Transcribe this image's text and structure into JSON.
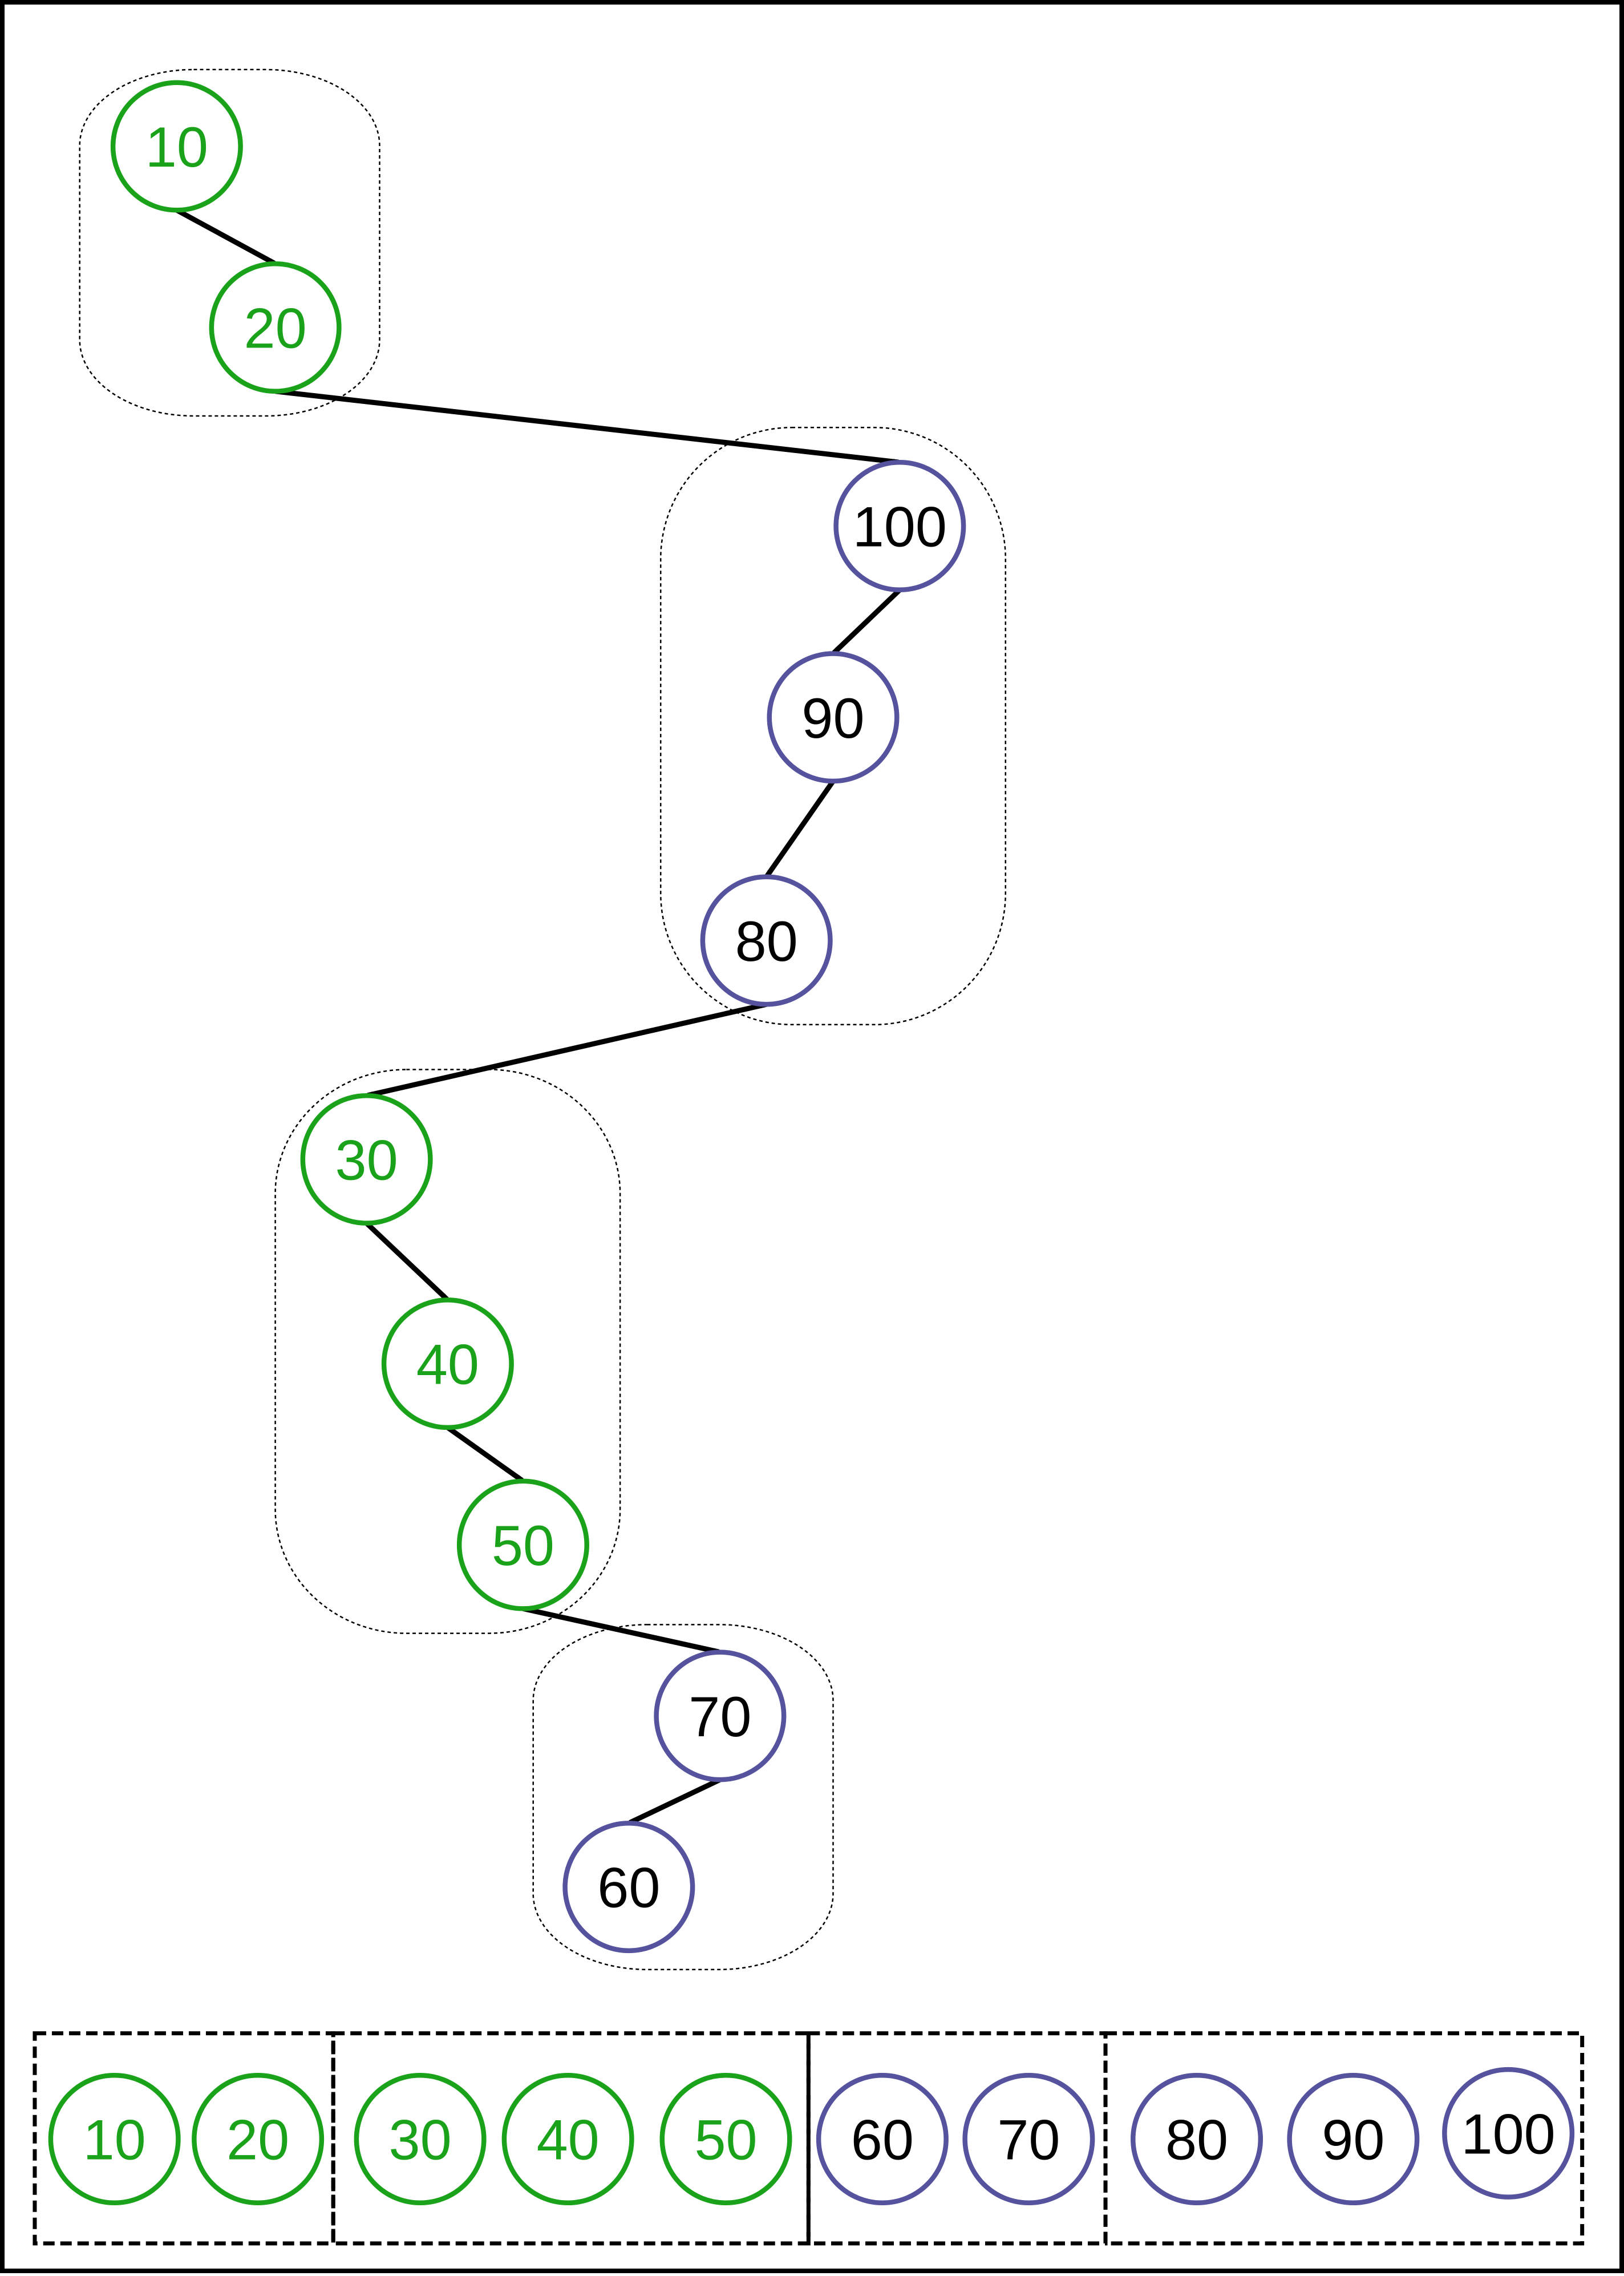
{
  "colors": {
    "ascending": "#1aa31a",
    "descending": "#55529e",
    "edge": "#000000",
    "border": "#000000"
  },
  "chain": {
    "nodes": [
      {
        "label": "10",
        "kind": "ascending"
      },
      {
        "label": "20",
        "kind": "ascending"
      },
      {
        "label": "100",
        "kind": "descending"
      },
      {
        "label": "90",
        "kind": "descending"
      },
      {
        "label": "80",
        "kind": "descending"
      },
      {
        "label": "30",
        "kind": "ascending"
      },
      {
        "label": "40",
        "kind": "ascending"
      },
      {
        "label": "50",
        "kind": "ascending"
      },
      {
        "label": "70",
        "kind": "descending"
      },
      {
        "label": "60",
        "kind": "descending"
      }
    ],
    "groups": [
      {
        "members": [
          "10",
          "20"
        ]
      },
      {
        "members": [
          "100",
          "90",
          "80"
        ]
      },
      {
        "members": [
          "30",
          "40",
          "50"
        ]
      },
      {
        "members": [
          "70",
          "60"
        ]
      }
    ]
  },
  "sorted_row": {
    "boxes": [
      {
        "nodes": [
          {
            "label": "10",
            "kind": "ascending"
          },
          {
            "label": "20",
            "kind": "ascending"
          }
        ]
      },
      {
        "nodes": [
          {
            "label": "30",
            "kind": "ascending"
          },
          {
            "label": "40",
            "kind": "ascending"
          },
          {
            "label": "50",
            "kind": "ascending"
          }
        ]
      },
      {
        "nodes": [
          {
            "label": "60",
            "kind": "descending"
          },
          {
            "label": "70",
            "kind": "descending"
          }
        ]
      },
      {
        "nodes": [
          {
            "label": "80",
            "kind": "descending"
          },
          {
            "label": "90",
            "kind": "descending"
          },
          {
            "label": "100",
            "kind": "descending"
          }
        ]
      }
    ]
  }
}
